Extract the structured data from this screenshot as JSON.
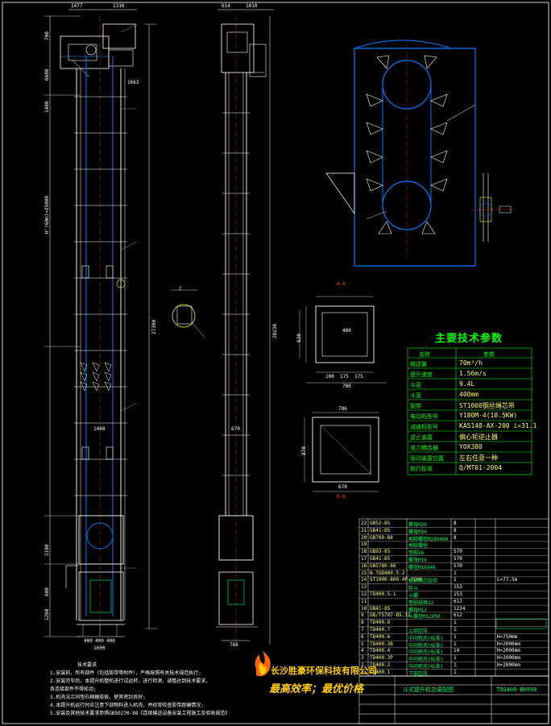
{
  "left_view_dims": {
    "top": [
      "1477",
      "1316"
    ],
    "right": [
      "1663"
    ],
    "side": [
      "700",
      "6600",
      "1480",
      "H'(60m)=25000",
      "2100",
      "600",
      "1260"
    ],
    "vertical_total": "27300",
    "bottom": [
      "400",
      "400",
      "400",
      "1600"
    ],
    "mid": [
      "1460"
    ]
  },
  "side_view_dims": {
    "top": [
      "614",
      "1010"
    ],
    "total": "28236",
    "mid": "670",
    "bottom": "766"
  },
  "section1": {
    "labels": [
      "480",
      "630",
      "100",
      "175",
      "175",
      "786"
    ],
    "tag": "A-A"
  },
  "section2": {
    "labels": [
      "786",
      "870",
      "670"
    ],
    "tag": "B-B"
  },
  "detail_tag": "I",
  "spec_title": "主要技术参数",
  "spec_table": {
    "headers": [
      "名称",
      "参数"
    ],
    "rows": [
      {
        "name": "输送量",
        "value": "70m³/h"
      },
      {
        "name": "提升速度",
        "value": "1.56m/s"
      },
      {
        "name": "斗容",
        "value": "9.4L"
      },
      {
        "name": "斗宽",
        "value": "400mm"
      },
      {
        "name": "胶带",
        "value": "ST1000钢丝绳芯带"
      },
      {
        "name": "电动机型号",
        "value": "Y180M-4(18.5KW)"
      },
      {
        "name": "减速机型号",
        "value": "KA5148-AX-200 i=31.1"
      },
      {
        "name": "逆止装置",
        "value": "偏心轮逆止器"
      },
      {
        "name": "液力耦合器",
        "value": "YOX380"
      },
      {
        "name": "驱动装置位置",
        "value": "左右任意一种"
      },
      {
        "name": "执行标准",
        "value": "Q/MT01-2004"
      }
    ]
  },
  "bom_rows": [
    {
      "no": "22",
      "code": "GB52-85",
      "name": "螺母M20",
      "qty": "8",
      "note": ""
    },
    {
      "no": "21",
      "code": "GB41-85",
      "name": "螺母M30",
      "qty": "8",
      "note": ""
    },
    {
      "no": "20",
      "code": "GB799-88",
      "name": "地脚螺栓M20X400",
      "qty": "8",
      "note": ""
    },
    {
      "no": "19",
      "code": "",
      "name": "地脚螺栓",
      "qty": "",
      "note": ""
    },
    {
      "no": "18",
      "code": "GB93-85",
      "name": "垫圈16",
      "qty": "570",
      "note": ""
    },
    {
      "no": "17",
      "code": "GB41-85",
      "name": "螺母M16",
      "qty": "570",
      "note": ""
    },
    {
      "no": "16",
      "code": "GB5780-86",
      "name": "螺栓M16X40",
      "qty": "570",
      "note": ""
    },
    {
      "no": "15",
      "code": "N-TGD400.5.2",
      "name": "",
      "qty": "1",
      "note": ""
    },
    {
      "no": "14",
      "code": "ST1000-800-4P-YS00",
      "name": "钢丝绳芯胶带",
      "qty": "1",
      "note": "L=77.5m"
    },
    {
      "no": "13",
      "code": "",
      "name": "料斗",
      "qty": "153",
      "note": ""
    },
    {
      "no": "12",
      "code": "TD400.5.1",
      "name": "斗螺",
      "qty": "153",
      "note": ""
    },
    {
      "no": "11",
      "code": "",
      "name": "垫圈规格12",
      "qty": "612",
      "note": ""
    },
    {
      "no": "10",
      "code": "GB41-85",
      "name": "螺母M12",
      "qty": "1224",
      "note": ""
    },
    {
      "no": "9",
      "code": "GB/T5787-85.12",
      "name": "斗螺栓M12X50",
      "qty": "612",
      "note": ""
    },
    {
      "no": "8",
      "code": "TD400.8",
      "name": "",
      "qty": "1",
      "note": ""
    },
    {
      "no": "7",
      "code": "TD400.7",
      "name": "上部区段",
      "qty": "1",
      "note": ""
    },
    {
      "no": "6",
      "code": "TD400.6",
      "name": "中间机壳(标准)",
      "qty": "1",
      "note": "H=750mm"
    },
    {
      "no": "5",
      "code": "TD400.3B",
      "name": "中间机壳(标准)",
      "qty": "1",
      "note": "H=2000mm"
    },
    {
      "no": "4",
      "code": "TD400.4",
      "name": "中间机壳(标准)",
      "qty": "14",
      "note": "H=2000mm"
    },
    {
      "no": "3",
      "code": "TD400.3P",
      "name": "中间机壳(标准)",
      "qty": "1",
      "note": "H=2000mm"
    },
    {
      "no": "2",
      "code": "TD400.2",
      "name": "中间机壳(标准)",
      "qty": "1",
      "note": "H=2000mm"
    },
    {
      "no": "1",
      "code": "TD400.1",
      "name": "下部区段",
      "qty": "1",
      "note": ""
    }
  ],
  "bom_legend": "",
  "notes": [
    "技术要求",
    "1.安装前，所有部件（包括胶带等附件），严格按照有关技术规范执行;",
    "2.安装完毕后，本提升机整机进行试运转，进行检测，调整达到技术要求，",
    "  各连接部件不得松动;",
    "3.机壳法兰间垫石棉橡胶板，使其密封良好;",
    "4.本提升机运行时应注意下部物料进入机壳，并经常检查胶带跑偏情况;",
    "5.安装及其他技术要求参照GB50270-98《连续输送设备安装工程施工及验收规范》"
  ],
  "company": "长沙胜豪环保科技有限公司",
  "slogan": "最高效率；最优价格",
  "drawing_name": "斗式提升机总装配图",
  "drawing_no": "TDG400-BH500",
  "colors": {
    "bg": "#000000",
    "outline": "#ffffff",
    "frame": "#0077ff",
    "dim": "#ff3333",
    "table": "#00ff00",
    "title": "#00ff00",
    "detail": "#ffff00"
  }
}
